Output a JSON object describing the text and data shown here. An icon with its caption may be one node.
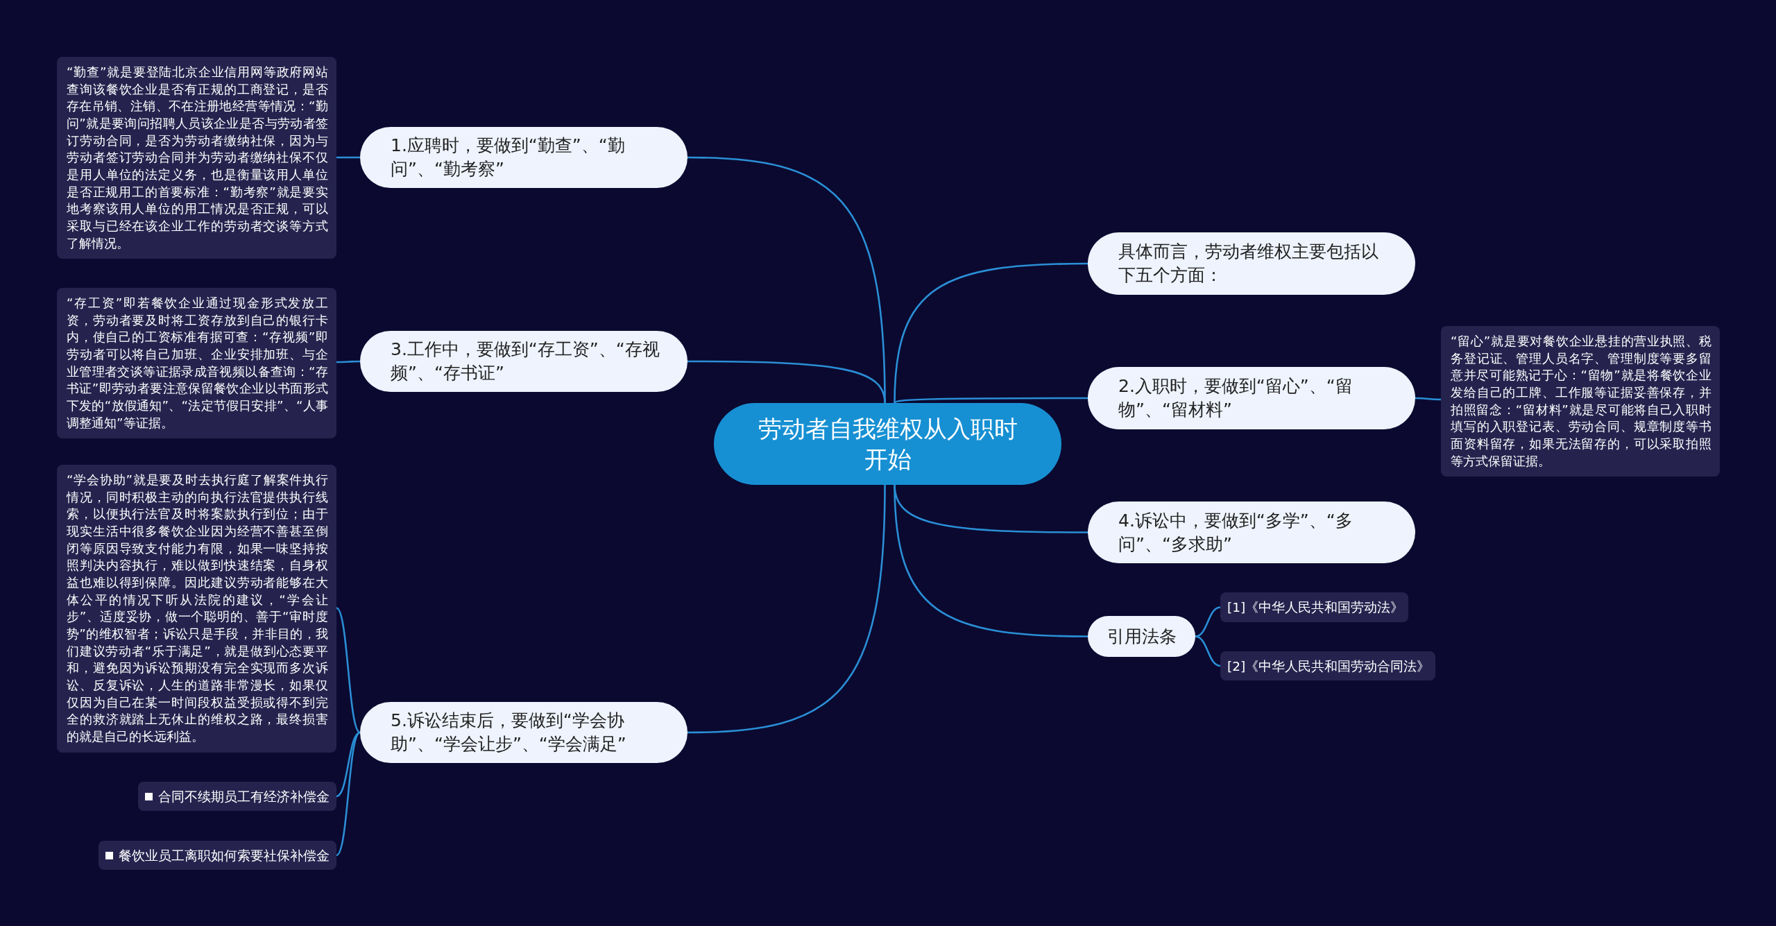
{
  "diagram": {
    "nodes": [
      {
        "text": [
          "劳动者自我维权从入职时开始"
        ]
      },
      {
        "text": [
          "1.应聘时，要做到“勤查”、“勤问”、“勤考察”"
        ]
      },
      {
        "text": [
          "“勤查”就是要登陆北京企业信用网等政府网站查询该餐饮企业是否有正规的工商登记，是否存在吊销、注销、不在注册地经营等情况：“勤问”就是要询问招聘人员该企业是否与劳动者签订劳动合同，是否为劳动者缴纳社保，因为与劳动者签订劳动合同并为劳动者缴纳社保不仅是用人单位的法定义务，也是衡量该用人单位是否正规用工的首要标准：“勤考察”就是要实地考察该用人单位的用工情况是否正规，可以采取与已经在该企业工作的劳动者交谈等方式了解情况。"
        ]
      },
      {
        "text": [
          "3.工作中，要做到“存工资”、“存视频”、“存书证”"
        ]
      },
      {
        "text": [
          "“存工资”即若餐饮企业通过现金形式发放工资，劳动者要及时将工资存放到自己的银行卡内，使自己的工资标准有据可查：“存视频”即劳动者可以将自己加班、企业安排加班、与企业管理者交谈等证据录成音视频以备查询：“存书证”即劳动者要注意保留餐饮企业以书面形式下发的“放假通知”、“法定节假日安排”、“人事调整通知”等证据。"
        ]
      },
      {
        "text": [
          "5.诉讼结束后，要做到“学会协助”、“学会让步”、“学会满足”"
        ]
      },
      {
        "text": [
          "“学会协助”就是要及时去执行庭了解案件执行情况，同时积极主动的向执行法官提供执行线索，以便执行法官及时将案款执行到位；由于现实生活中很多餐饮企业因为经营不善甚至倒闭等原因导致支付能力有限，如果一味坚持按照判决内容执行，难以做到快速结案，自身权益也难以得到保障。因此建议劳动者能够在大体公平的情况下听从法院的建议，“学会让步”、适度妥协，做一个聪明的、善于“审时度势”的维权智者；诉讼只是手段，并非目的，我们建议劳动者“乐于满足”，就是做到心态要平和，避免因为诉讼预期没有完全实现而多次诉讼、反复诉讼，人生的道路非常漫长，如果仅仅因为自己在某一时间段权益受损或得不到完全的救济就踏上无休止的维权之路，最终损害的就是自己的长远利益。"
        ]
      },
      {
        "text": [
          "合同不续期员工有经济补偿金"
        ]
      },
      {
        "text": [
          "餐饮业员工离职如何索要社保补偿金"
        ]
      },
      {
        "text": [
          "具体而言，劳动者维权主要包括以下五个方面："
        ]
      },
      {
        "text": [
          "2.入职时，要做到“留心”、“留物”、“留材料”"
        ]
      },
      {
        "text": [
          "“留心”就是要对餐饮企业悬挂的营业执照、税务登记证、管理人员名字、管理制度等要多留意并尽可能熟记于心：“留物”就是将餐饮企业发给自己的工牌、工作服等证据妥善保存，并拍照留念：“留材料”就是尽可能将自己入职时填写的入职登记表、劳动合同、规章制度等书面资料留存，如果无法留存的，可以采取拍照等方式保留证据。"
        ]
      },
      {
        "text": [
          "4.诉讼中，要做到“多学”、“多问”、“多求助”"
        ]
      },
      {
        "text": [
          "引用法条"
        ]
      },
      {
        "text": [
          "[1]《中华人民共和国劳动法》"
        ]
      },
      {
        "text": [
          "[2]《中华人民共和国劳动合同法》"
        ]
      }
    ],
    "edges": [
      {
        "from": 0,
        "to": 1,
        "arrow": "none"
      },
      {
        "from": 0,
        "to": 3,
        "arrow": "none"
      },
      {
        "from": 0,
        "to": 5,
        "arrow": "none"
      },
      {
        "from": 0,
        "to": 9,
        "arrow": "none"
      },
      {
        "from": 0,
        "to": 10,
        "arrow": "none"
      },
      {
        "from": 0,
        "to": 12,
        "arrow": "none"
      },
      {
        "from": 0,
        "to": 13,
        "arrow": "none"
      },
      {
        "from": 1,
        "to": 2,
        "arrow": "none"
      },
      {
        "from": 3,
        "to": 4,
        "arrow": "none"
      },
      {
        "from": 5,
        "to": 6,
        "arrow": "none"
      },
      {
        "from": 5,
        "to": 7,
        "arrow": "none"
      },
      {
        "from": 5,
        "to": 8,
        "arrow": "none"
      },
      {
        "from": 10,
        "to": 11,
        "arrow": "none"
      },
      {
        "from": 13,
        "to": 14,
        "arrow": "none"
      },
      {
        "from": 13,
        "to": 15,
        "arrow": "none"
      }
    ]
  }
}
